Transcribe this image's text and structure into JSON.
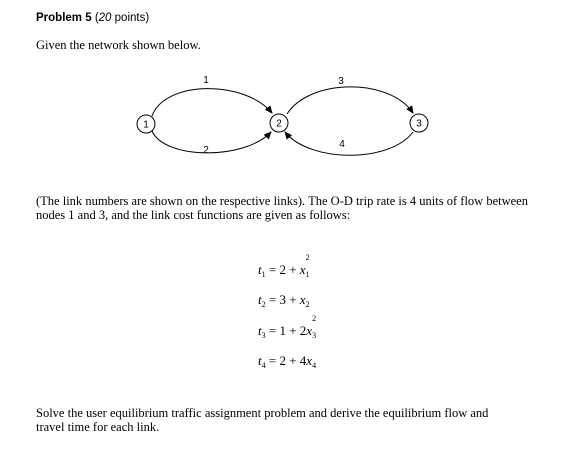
{
  "heading": {
    "title": "Problem 5",
    "points_open": "(",
    "points_value": "20",
    "points_unit": " points)"
  },
  "intro": "Given the network shown below.",
  "network": {
    "nodes": [
      "1",
      "2",
      "3"
    ],
    "links": [
      "1",
      "2",
      "3",
      "4"
    ]
  },
  "description": "(The link numbers are shown on the respective links). The O-D trip rate is 4 units of flow between nodes 1 and 3, and the link cost functions are given as follows:",
  "equations": {
    "eq1": {
      "lhs": "t",
      "lhs_sub": "1",
      "rhs_const": "= 2 + ",
      "var": "x",
      "var_sub": "1",
      "var_sup": "2"
    },
    "eq2": {
      "lhs": "t",
      "lhs_sub": "2",
      "rhs_const": "= 3 + ",
      "var": "x",
      "var_sub": "2"
    },
    "eq3": {
      "lhs": "t",
      "lhs_sub": "3",
      "rhs_const": "= 1 + 2",
      "var": "x",
      "var_sub": "3",
      "var_sup": "2"
    },
    "eq4": {
      "lhs": "t",
      "lhs_sub": "4",
      "rhs_const": "= 2 + 4",
      "var": "x",
      "var_sub": "4"
    }
  },
  "task": "Solve the user equilibrium traffic assignment problem and derive the equilibrium flow and travel time for each link."
}
